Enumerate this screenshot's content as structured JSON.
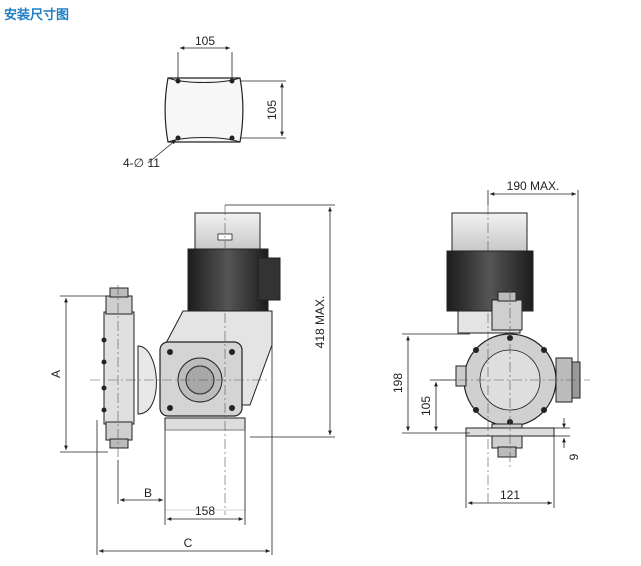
{
  "heading": "安装尺寸图",
  "dimensions": {
    "flange_width": "105",
    "flange_height": "105",
    "holes": "4-∅ 11",
    "overall_height": "418 MAX.",
    "A": "A",
    "B": "B",
    "C": "C",
    "base_158": "158",
    "depth_190": "190 MAX.",
    "height_198": "198",
    "height_105": "105",
    "offset_9": "9",
    "width_121": "121"
  },
  "colors": {
    "heading": "#1f7fc4",
    "line": "#222222",
    "motor_dark": "#2a2a2a",
    "motor_light": "#d9d9d9",
    "body_gray": "#bdbdbd"
  }
}
